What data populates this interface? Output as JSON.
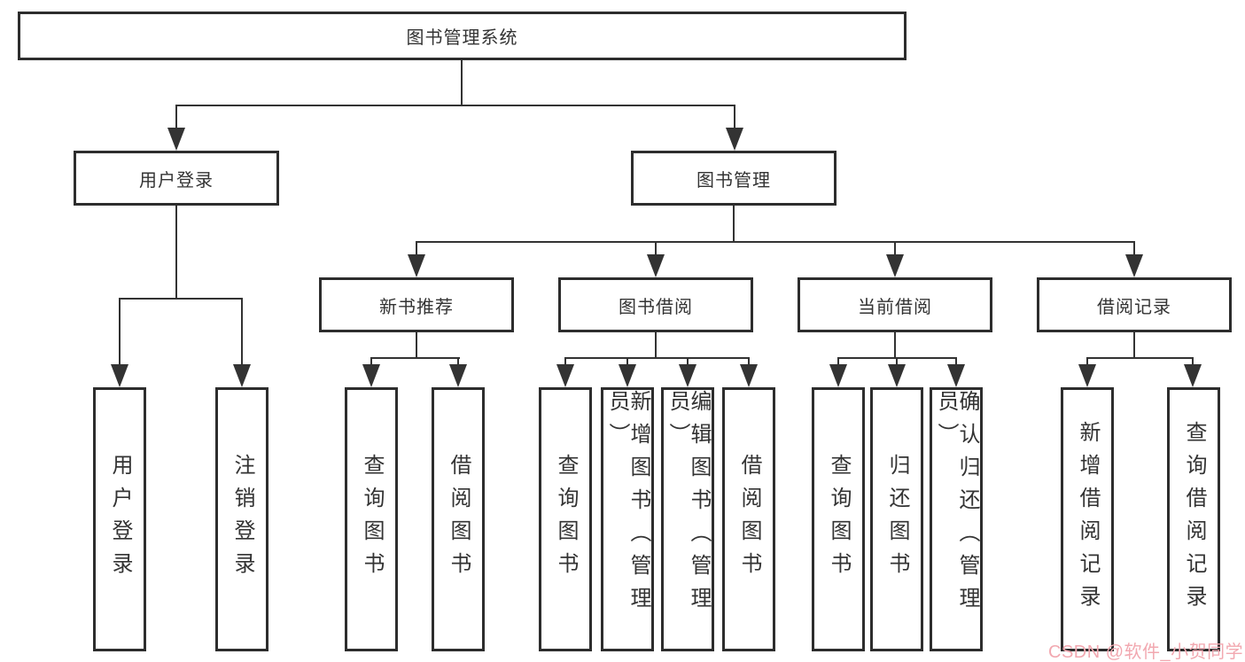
{
  "tree": {
    "root": "图书管理系统",
    "level2": [
      {
        "label": "用户登录"
      },
      {
        "label": "图书管理"
      }
    ],
    "level3": [
      {
        "label": "新书推荐"
      },
      {
        "label": "图书借阅"
      },
      {
        "label": "当前借阅"
      },
      {
        "label": "借阅记录"
      }
    ],
    "leaves": {
      "login": [
        "用户登录",
        "注销登录"
      ],
      "recommend": [
        "查询图书",
        "借阅图书"
      ],
      "borrow": [
        "查询图书",
        "新增图书（管理员）",
        "编辑图书（管理员）",
        "借阅图书"
      ],
      "current": [
        "查询图书",
        "归还图书",
        "确认归还（管理员）"
      ],
      "records": [
        "新增借阅记录",
        "查询借阅记录"
      ]
    }
  },
  "colors": {
    "line": "#333333",
    "border": "#2d2d2d",
    "text": "#333333",
    "watermark": "#f2a8b0"
  },
  "watermark": "CSDN @软件_小贺同学"
}
